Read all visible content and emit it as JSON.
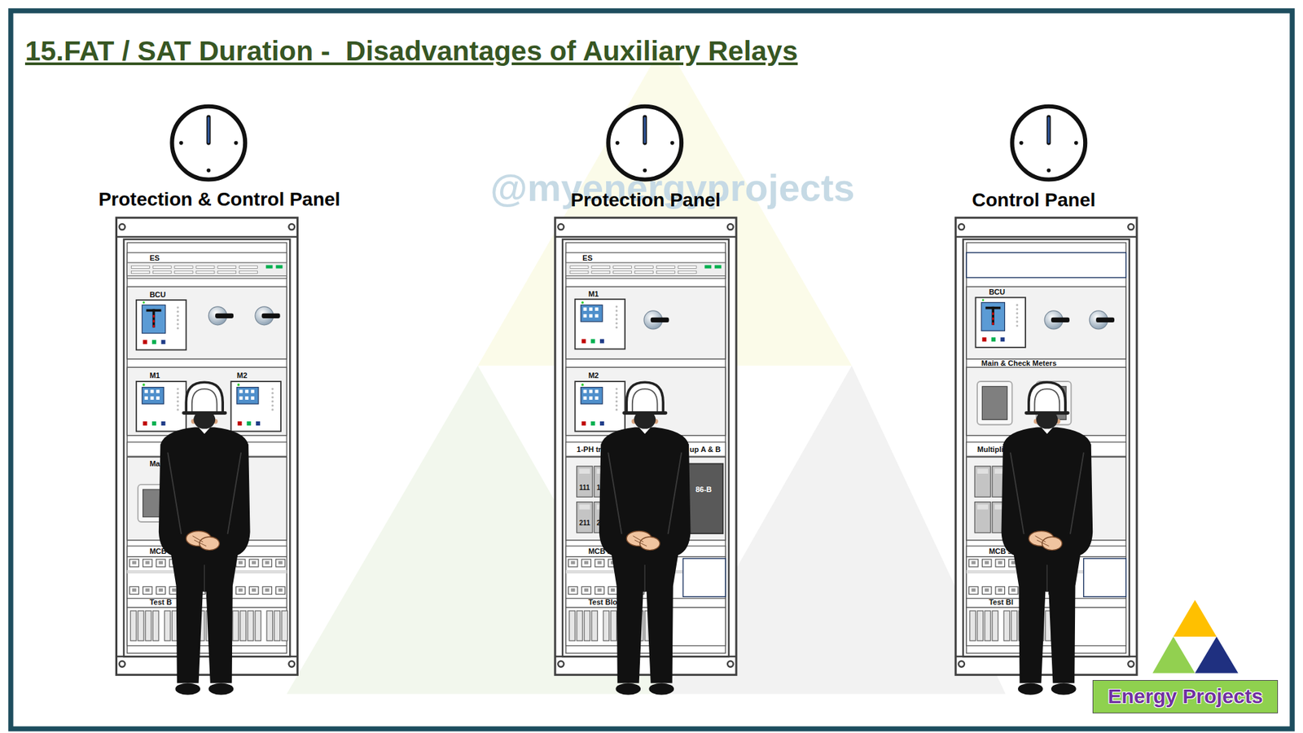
{
  "diagram": {
    "title": "15.FAT / SAT Duration -  Disadvantages of Auxiliary Relays",
    "nodes": [
      {
        "text": [
          "Protection & Control Panel"
        ]
      },
      {
        "text": [
          "Protection Panel"
        ]
      },
      {
        "text": [
          "Control Panel"
        ]
      },
      {
        "text": [
          "Energy Projects"
        ]
      }
    ],
    "labels": [
      "@myenergyprojects",
      "ES",
      "BCU",
      "M1",
      "M2",
      "Ma",
      "MCB",
      "Test B",
      "ES",
      "M1",
      "M2",
      "1-PH trip",
      "up A & B",
      "111",
      "112",
      "211",
      "212",
      "86-B",
      "MCB's",
      "Test Blo",
      "BCU",
      "Main & Check Meters",
      "Multipli",
      "MCB's",
      "Test Bl"
    ]
  }
}
